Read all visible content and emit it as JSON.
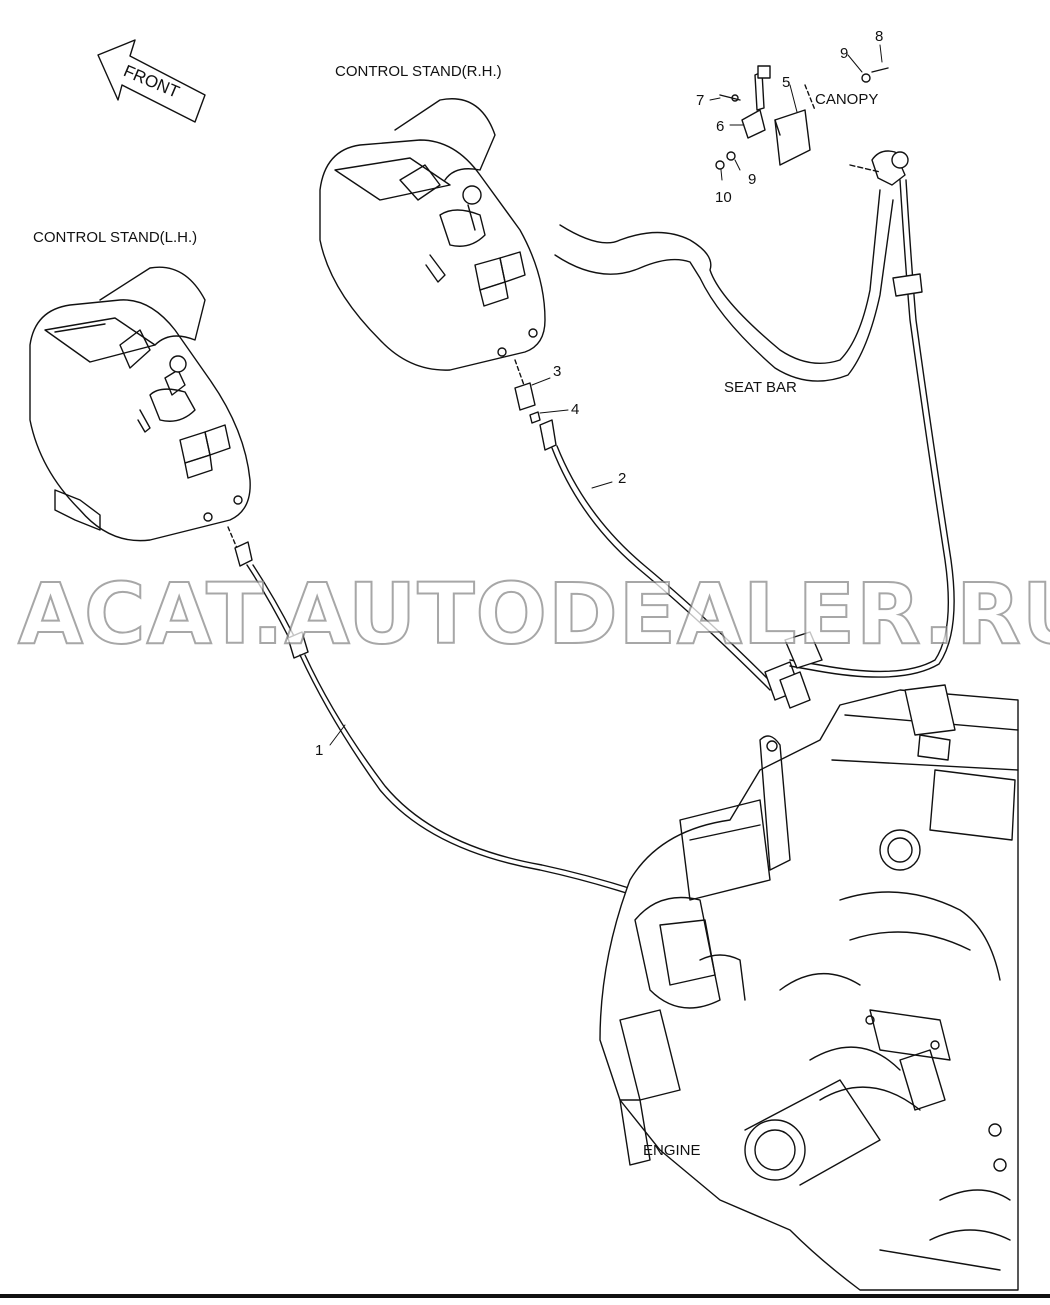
{
  "labels": {
    "control_stand_rh": "CONTROL STAND(R.H.)",
    "control_stand_lh": "CONTROL STAND(L.H.)",
    "canopy": "CANOPY",
    "seat_bar": "SEAT BAR",
    "engine": "ENGINE",
    "front": "FRONT"
  },
  "part_numbers": {
    "p1": "1",
    "p2": "2",
    "p3": "3",
    "p4": "4",
    "p5": "5",
    "p6": "6",
    "p7": "7",
    "p8": "8",
    "p9a": "9",
    "p9b": "9",
    "p10": "10"
  },
  "watermark": "ACAT.AUTODEALER.RU"
}
